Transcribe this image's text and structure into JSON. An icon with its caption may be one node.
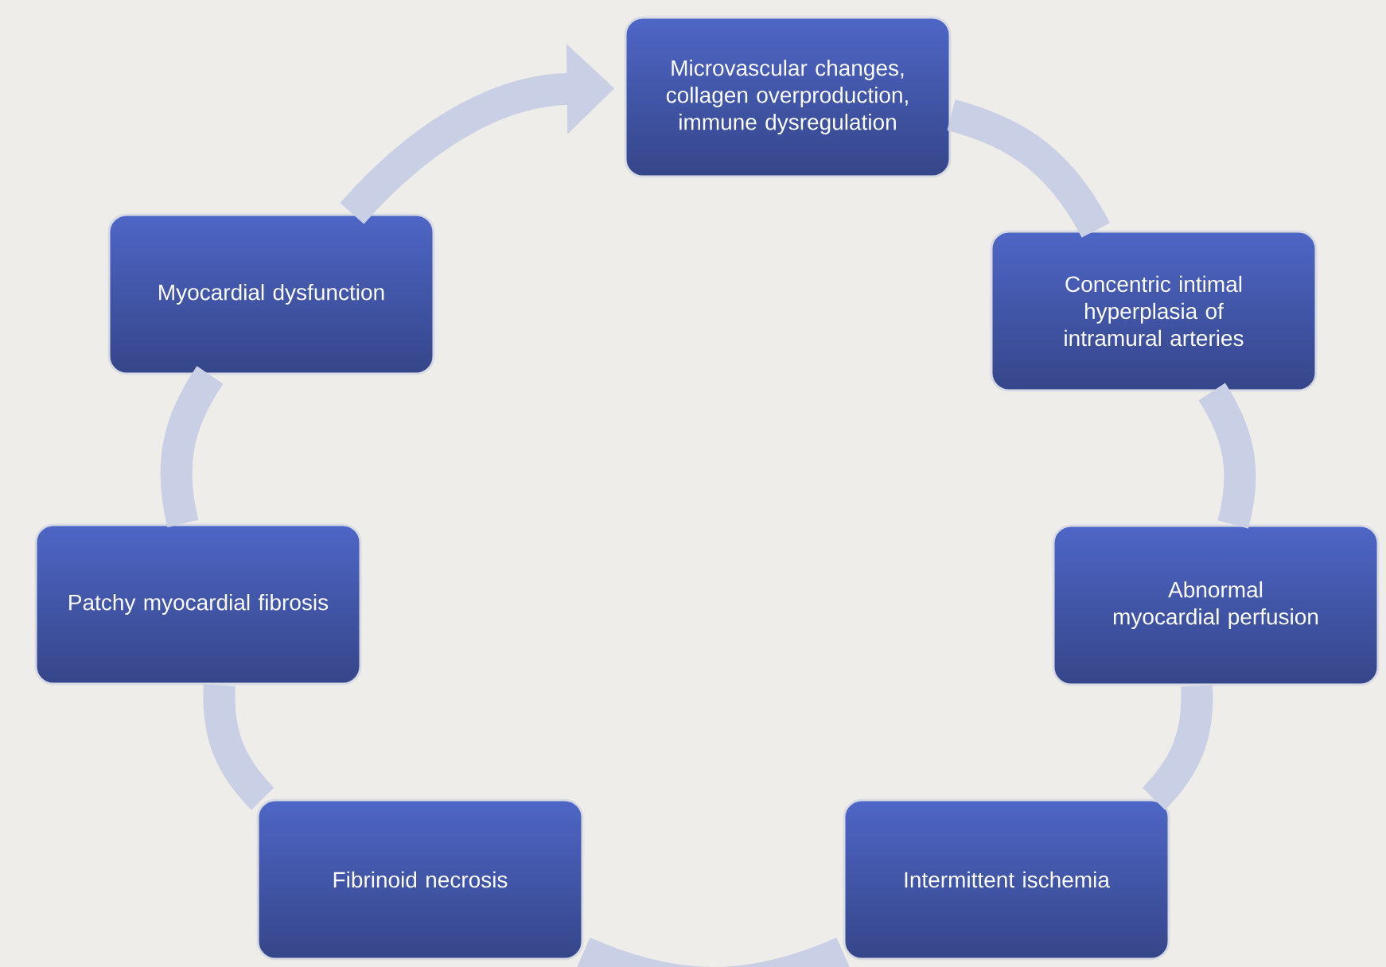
{
  "diagram": {
    "nodes": [
      {
        "text": [
          "Microvascular changes, collagen overproduction, immune dysregulation"
        ]
      },
      {
        "text": [
          "Concentric intimal hyperplasia of intramural arteries"
        ]
      },
      {
        "text": [
          "Abnormal myocardial perfusion"
        ]
      },
      {
        "text": [
          "Intermittent ischemia"
        ]
      },
      {
        "text": [
          "Fibrinoid necrosis"
        ]
      },
      {
        "text": [
          "Patchy myocardial fibrosis"
        ]
      },
      {
        "text": [
          "Myocardial dysfunction"
        ]
      }
    ],
    "edges": [
      {
        "from": 0,
        "to": 1,
        "arrow": "none"
      },
      {
        "from": 1,
        "to": 2,
        "arrow": "none"
      },
      {
        "from": 2,
        "to": 3,
        "arrow": "none"
      },
      {
        "from": 3,
        "to": 4,
        "arrow": "none"
      },
      {
        "from": 4,
        "to": 5,
        "arrow": "none"
      },
      {
        "from": 5,
        "to": 6,
        "arrow": "none"
      },
      {
        "from": 6,
        "to": 0,
        "arrow": "to"
      }
    ]
  }
}
